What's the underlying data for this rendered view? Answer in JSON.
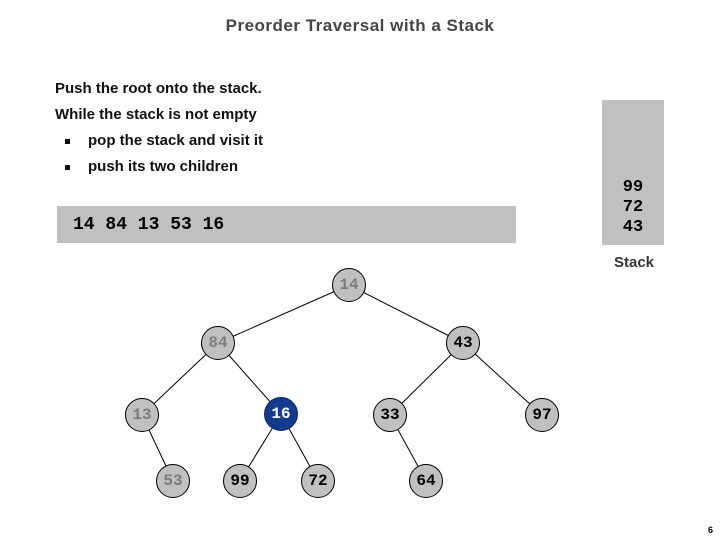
{
  "title": "Preorder Traversal with a Stack",
  "instructions": {
    "line1": "Push the root onto the stack.",
    "line2": "While the stack is not empty",
    "bullets": [
      "pop the stack and visit it",
      "push its two children"
    ]
  },
  "output_sequence": "14 84 13 53 16",
  "stack": {
    "items": [
      "99",
      "72",
      "43"
    ],
    "label": "Stack"
  },
  "tree": {
    "nodes": [
      {
        "value": "14",
        "state": "visited"
      },
      {
        "value": "84",
        "state": "visited"
      },
      {
        "value": "43",
        "state": "unvisited"
      },
      {
        "value": "13",
        "state": "visited"
      },
      {
        "value": "16",
        "state": "current"
      },
      {
        "value": "33",
        "state": "unvisited"
      },
      {
        "value": "97",
        "state": "unvisited"
      },
      {
        "value": "53",
        "state": "visited"
      },
      {
        "value": "99",
        "state": "unvisited"
      },
      {
        "value": "72",
        "state": "unvisited"
      },
      {
        "value": "64",
        "state": "unvisited"
      }
    ]
  },
  "page_number": "6",
  "colors": {
    "box_gray": "#c0c0c0",
    "current_node_blue": "#143a8c",
    "visited_text_gray": "#7b7b7b"
  }
}
